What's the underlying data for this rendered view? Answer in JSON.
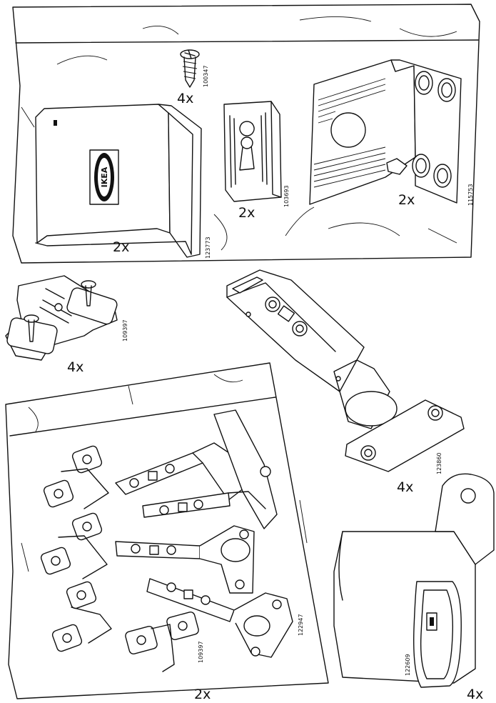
{
  "parts": [
    {
      "id": "screw",
      "quantity": "4x",
      "part_number": "100347"
    },
    {
      "id": "corner-cover",
      "quantity": "2x",
      "part_number": "123773",
      "logo_text": "IKEA"
    },
    {
      "id": "keyhole-plate",
      "quantity": "2x",
      "part_number": "103693"
    },
    {
      "id": "corner-bracket",
      "quantity": "2x",
      "part_number": "115753"
    },
    {
      "id": "mounting-plate",
      "quantity": "4x",
      "part_number": "109397"
    },
    {
      "id": "hinge",
      "quantity": "4x",
      "part_number": "123860"
    },
    {
      "id": "hinge-bag",
      "quantity": "2x",
      "part_number": "122947",
      "inner_part_number": "109397"
    },
    {
      "id": "spacer",
      "quantity": "4x",
      "part_number": "122609"
    }
  ]
}
